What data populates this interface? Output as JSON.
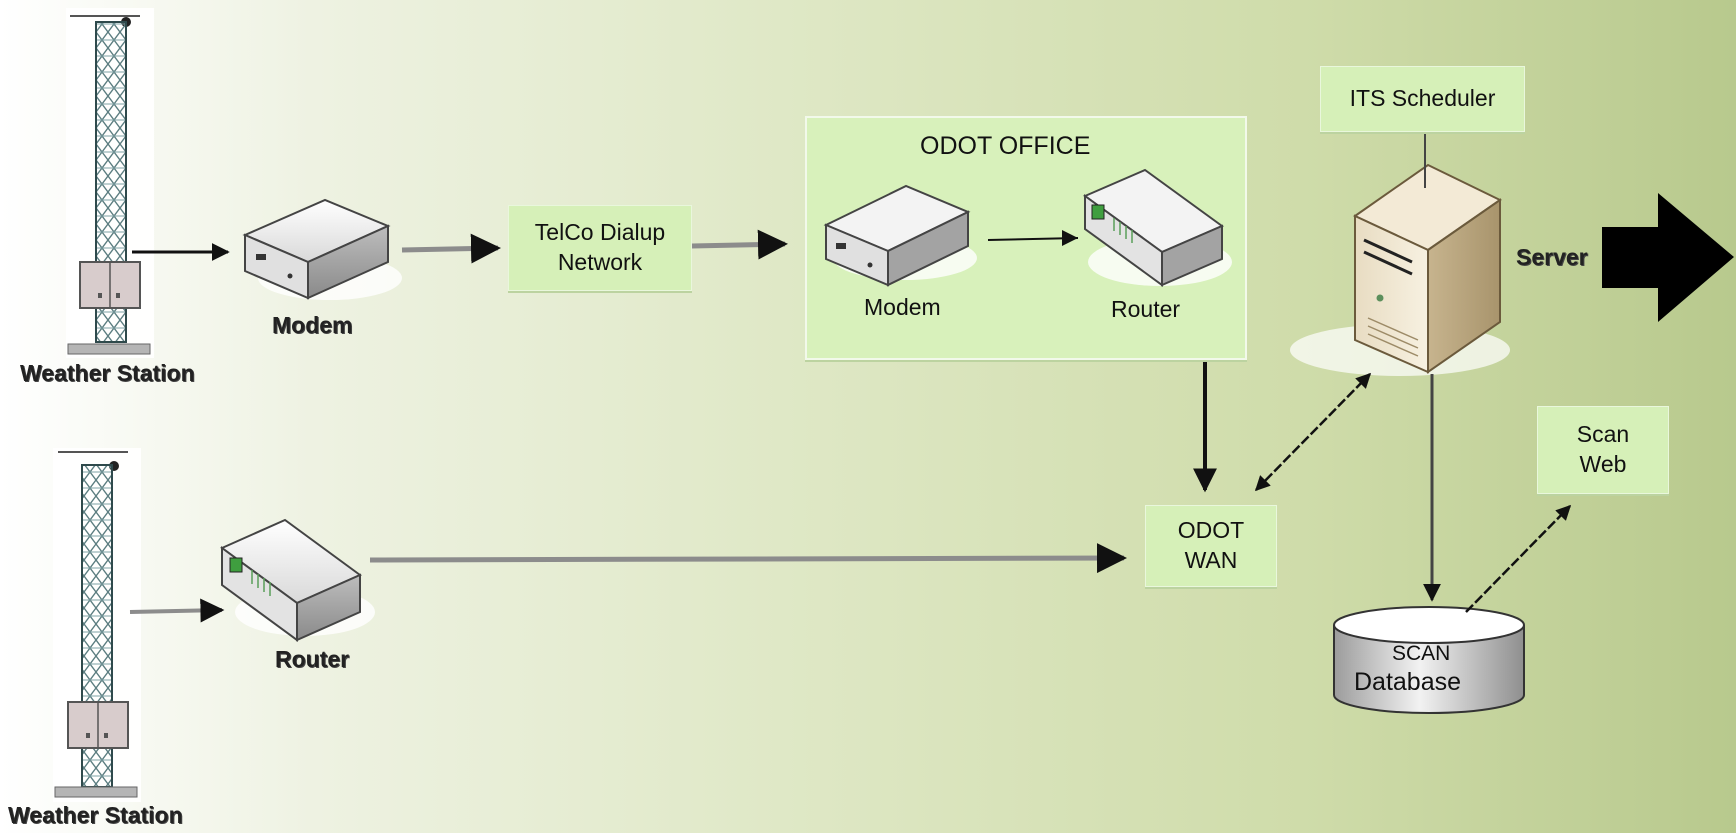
{
  "labels": {
    "weather_station_top": "Weather Station",
    "weather_station_bottom": "Weather Station",
    "modem_left": "Modem",
    "router_left": "Router",
    "telco": "TelCo Dialup\nNetwork",
    "office_title": "ODOT OFFICE",
    "office_modem": "Modem",
    "office_router": "Router",
    "its_scheduler": "ITS Scheduler",
    "server": "Server",
    "odot_wan": "ODOT\nWAN",
    "scan_web": "Scan\nWeb",
    "db_line1": "SCAN",
    "db_line2": "Database"
  },
  "colors": {
    "box_fill": "#d6f0b8",
    "arrow": "#111111",
    "connector": "#8c8c8c"
  }
}
